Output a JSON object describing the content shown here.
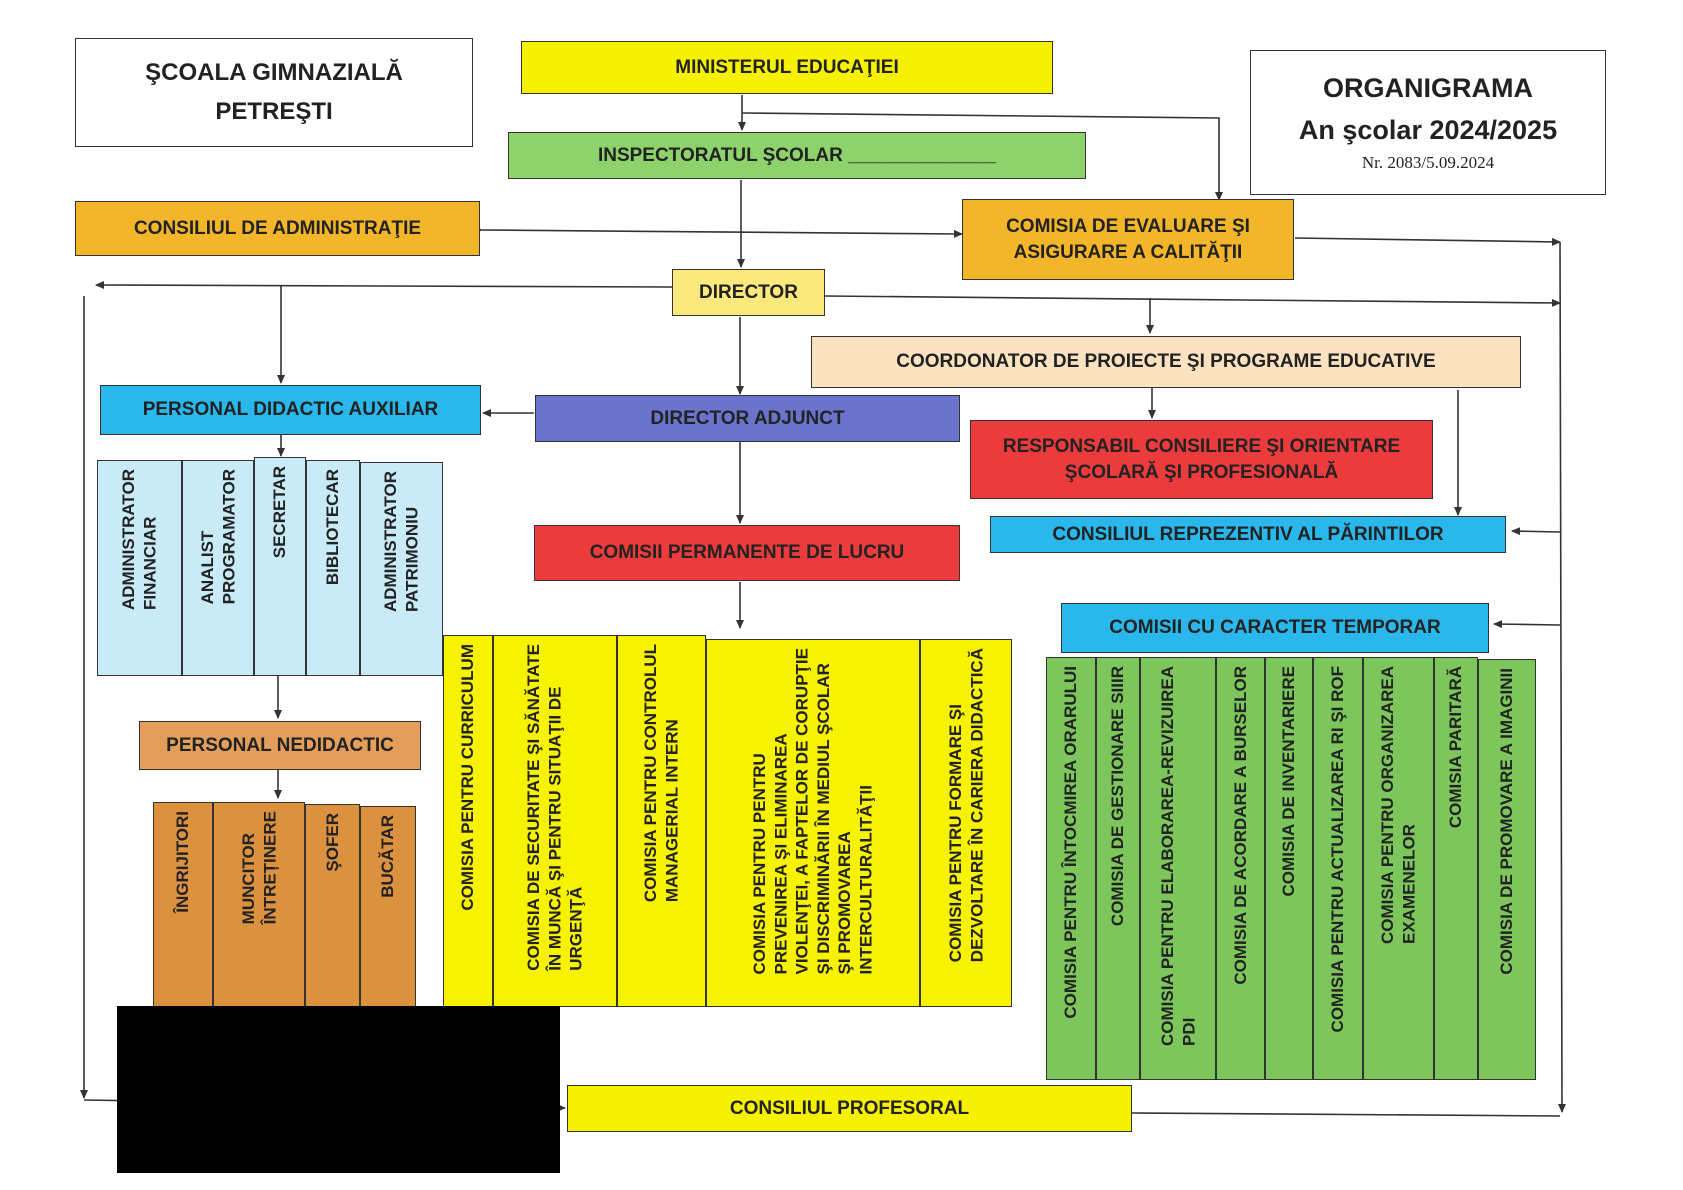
{
  "school": {
    "line1": "ŞCOALA GIMNAZIALĂ",
    "line2": "PETREŞTI"
  },
  "header": {
    "title": "ORGANIGRAMA",
    "year": "An şcolar 2024/2025",
    "nr": "Nr. 2083/5.09.2024"
  },
  "nodes": {
    "ministry": "MINISTERUL EDUCAŢIEI",
    "inspectorate": "INSPECTORATUL ŞCOLAR ______________",
    "admin_council": "CONSILIUL DE ADMINISTRAŢIE",
    "quality_commission_1": "COMISIA DE EVALUARE ŞI",
    "quality_commission_2": "ASIGURARE  A CALITĂŢII",
    "director": "DIRECTOR",
    "coordinator": "COORDONATOR DE PROIECTE ŞI PROGRAME EDUCATIVE",
    "aux_staff": "PERSONAL DIDACTIC AUXILIAR",
    "deputy_director": "DIRECTOR ADJUNCT",
    "counseling_1": "RESPONSABIL CONSILIERE ŞI ORIENTARE",
    "counseling_2": "ŞCOLARĂ ŞI PROFESIONALĂ",
    "parents_council": "CONSILIUL REPREZENTIV AL PĂRINTILOR",
    "permanent_commissions": "COMISII PERMANENTE DE LUCRU",
    "temporary_commissions": "COMISII CU CARACTER TEMPORAR",
    "non_teaching_staff": "PERSONAL NEDIDACTIC",
    "teachers_council": "CONSILIUL  PROFESORAL"
  },
  "aux_staff_roles": [
    "ADMINISTRATOR\nFINANCIAR",
    "ANALIST\nPROGRAMATOR",
    "SECRETAR",
    "BIBLIOTECAR",
    "ADMINISTRATOR\nPATRIMONIU"
  ],
  "non_teaching_roles": [
    "ÎNGRIJITORI",
    "MUNCITOR\nÎNTREȚINERE",
    "ŞOFER",
    "BUCĂTAR"
  ],
  "permanent_commission_list": [
    "COMISIA PENTRU CURRICULUM",
    "COMISIA DE SECURITATE ŞI SĂNĂTATE\nÎN MUNCĂ ŞI PENTRU SITUAŢII DE\nURGENŢĂ",
    "COMISIA PENTRU CONTROLUL\nMANAGERIAL INTERN",
    "COMISIA PENTRU PENTRU\nPREVENIREA ŞI ELIMINAREA\nVIOLENŢEI, A FAPTELOR DE CORUPŢIE\nŞI DISCRIMINĂRII ÎN MEDIUL ŞCOLAR\nŞI PROMOVAREA\nINTERCULTURALITĂŢII",
    "COMISIA PENTRU FORMARE ŞI\nDEZVOLTARE ÎN CARIERA DIDACTICĂ"
  ],
  "temporary_commission_list": [
    "COMISIA PENTRU ÎNTOCMIREA  ORARULUI",
    "COMISIA DE GESTIONARE SIIIR",
    "COMISIA PENTRU ELABORAREA-REVIZUIREA\nPDI",
    "COMISIA DE ACORDARE A BURSELOR",
    "COMISIA DE INVENTARIERE",
    "COMISIA PENTRU ACTUALIZAREA RI ŞI ROF",
    "COMISIA PENTRU ORGANIZAREA\nEXAMENELOR",
    "COMISIA PARITARĂ",
    "COMISIA DE PROMOVARE A IMAGINII"
  ]
}
